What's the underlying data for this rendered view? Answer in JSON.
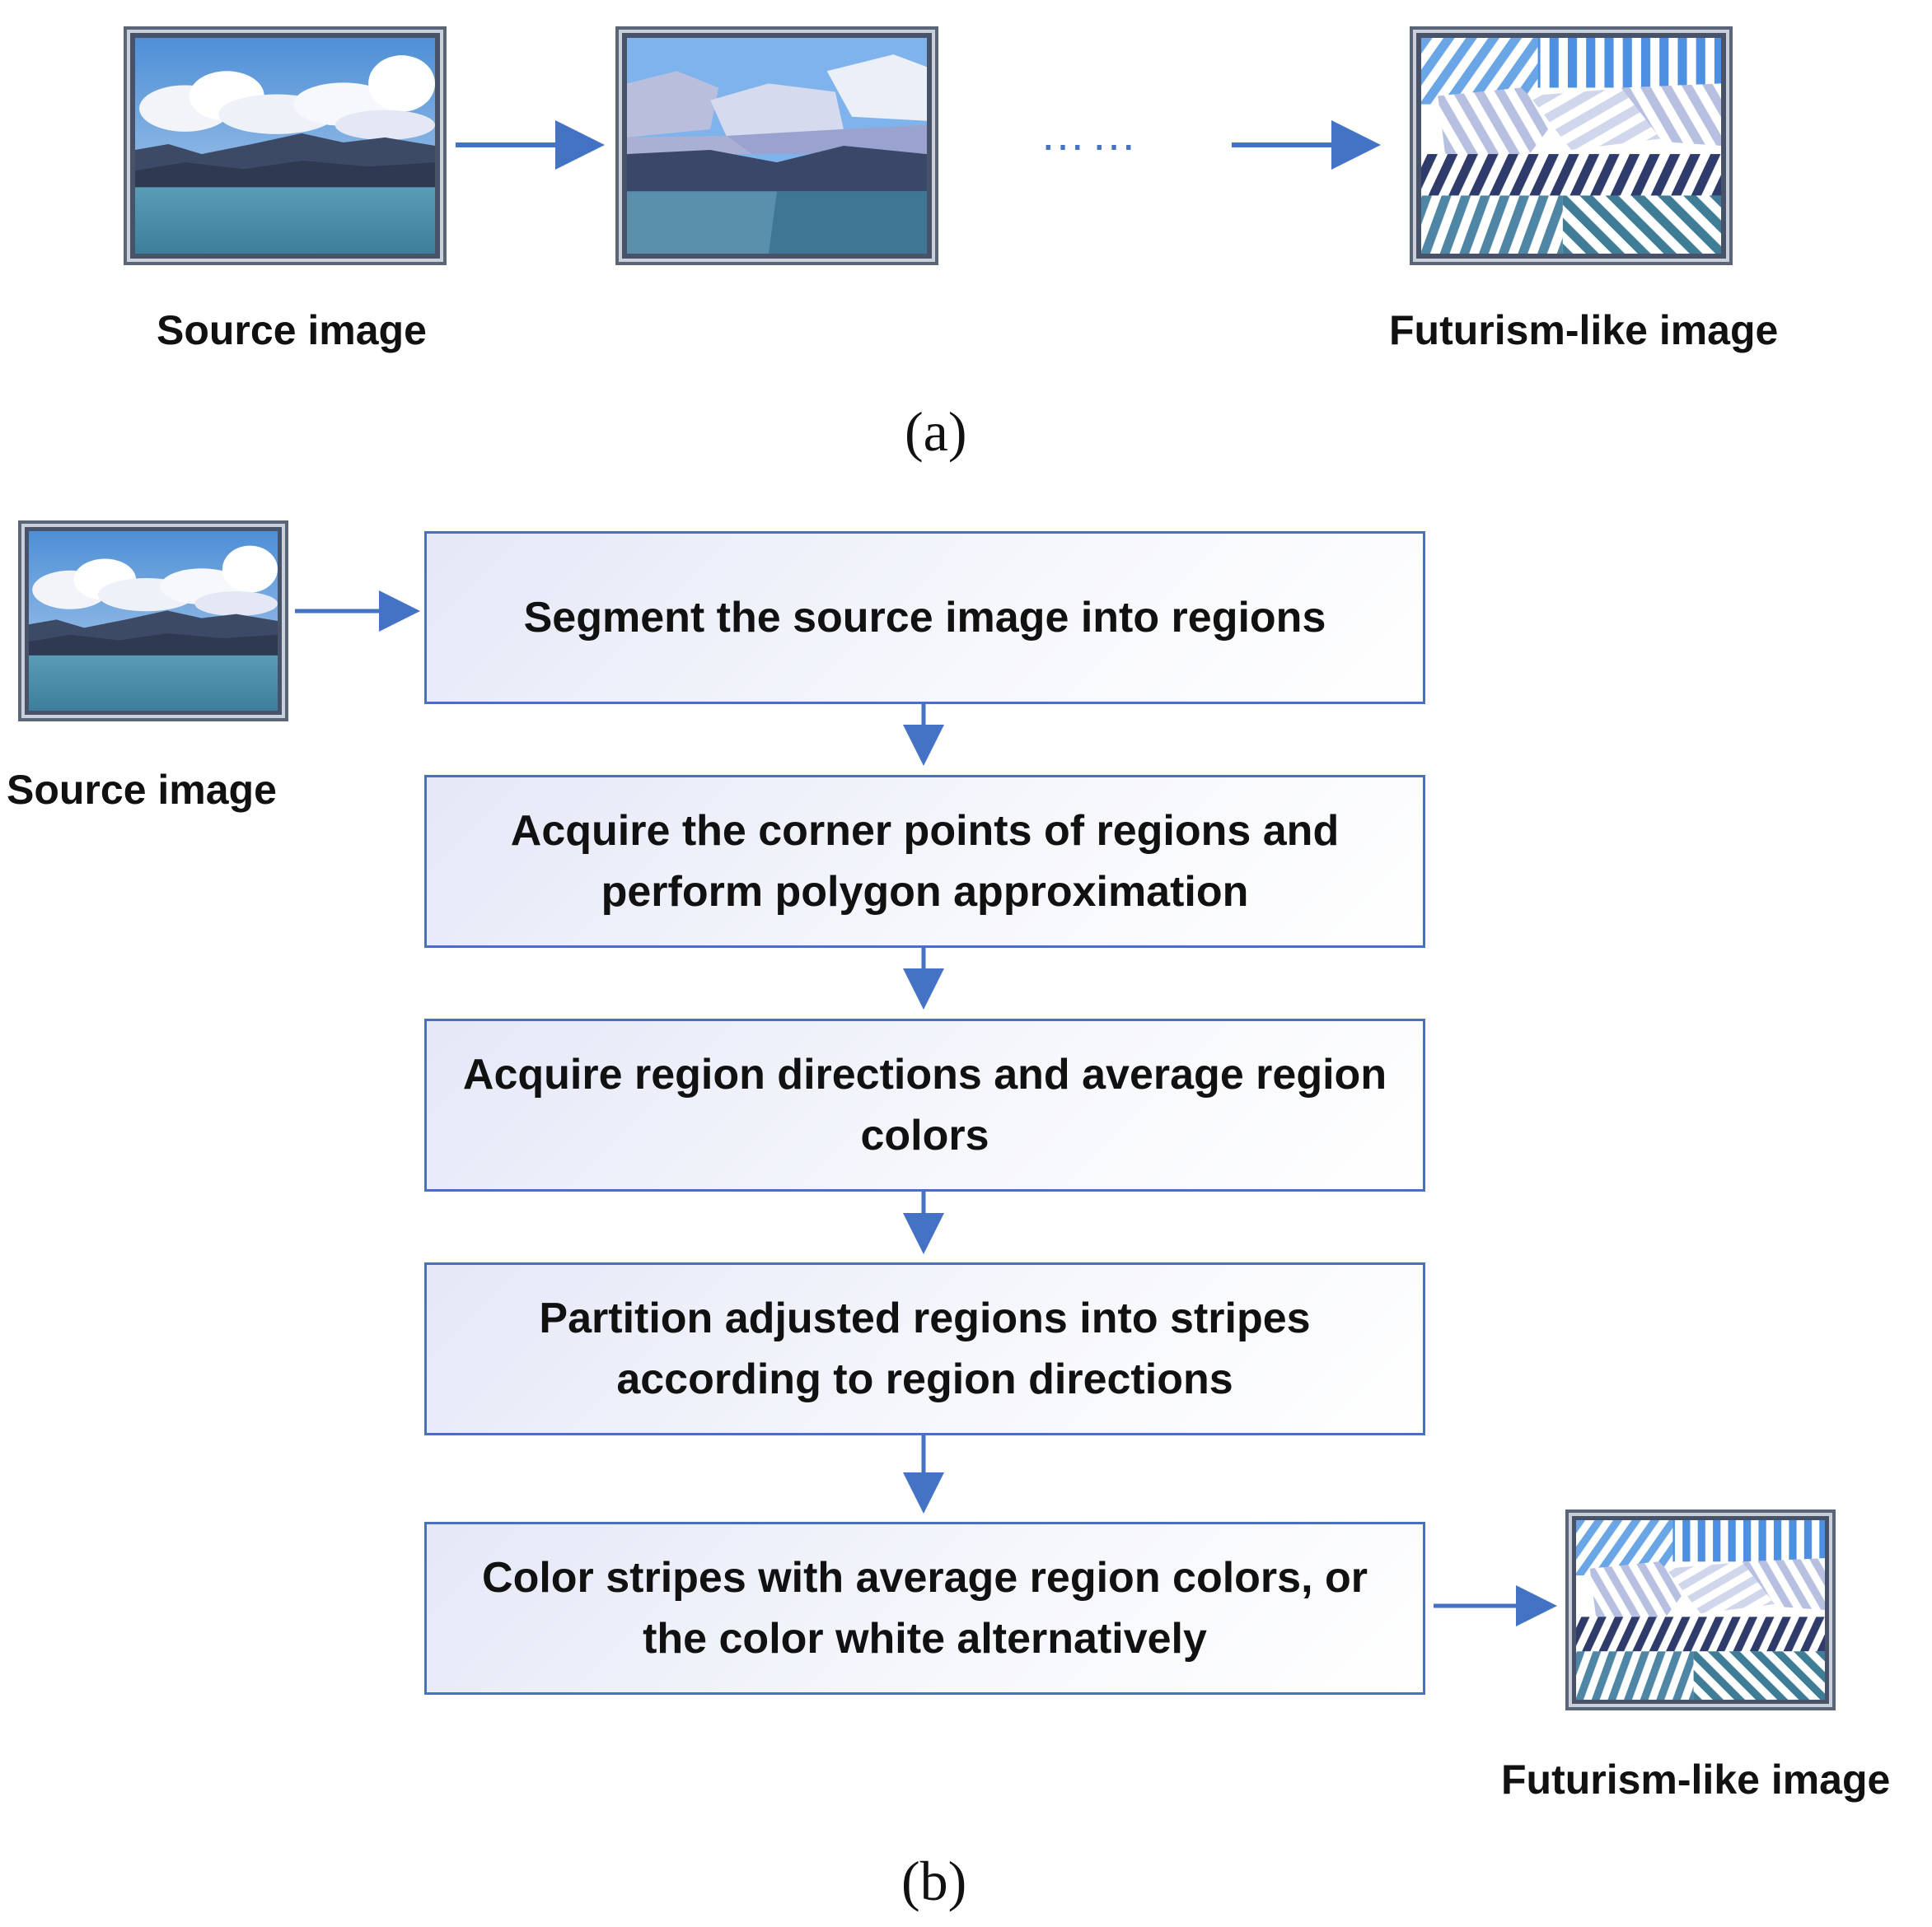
{
  "panel_a": {
    "caption": "(a)",
    "source_label": "Source image",
    "result_label": "Futurism-like image",
    "ellipsis": "……"
  },
  "panel_b": {
    "caption": "(b)",
    "source_label": "Source image",
    "result_label": "Futurism-like image",
    "steps": [
      "Segment the source image into regions",
      "Acquire the corner points of regions and\nperform polygon approximation",
      "Acquire region directions and average region\ncolors",
      "Partition adjusted regions into stripes\naccording to region directions",
      "Color stripes with average region colors, or\nthe color white alternatively"
    ]
  },
  "colors": {
    "arrow": "#4472c4",
    "box_border": "#4a6fc1",
    "frame": "#5a6578"
  }
}
